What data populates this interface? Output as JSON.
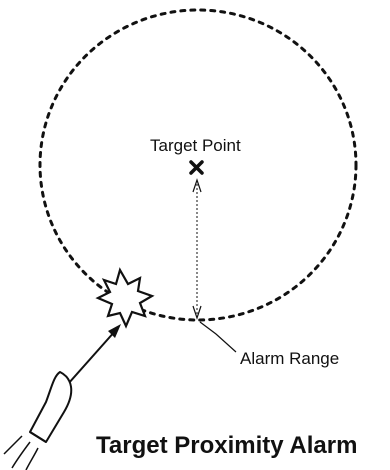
{
  "diagram": {
    "title": "Target Proximity Alarm",
    "target_label": "Target Point",
    "range_label": "Alarm Range",
    "colors": {
      "ink": "#111111",
      "background": "#ffffff"
    }
  }
}
